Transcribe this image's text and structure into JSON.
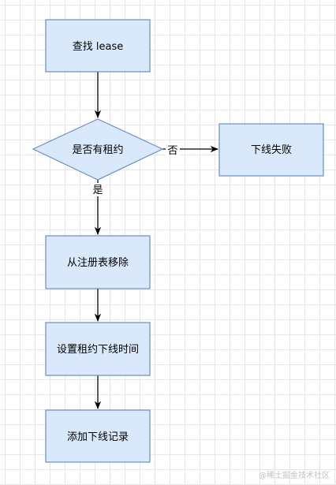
{
  "colors": {
    "node_fill": "#dae8fc",
    "node_stroke": "#6c8ebf",
    "edge": "#000000"
  },
  "nodes": {
    "find_lease": "查找 lease",
    "has_lease": "是否有租约",
    "offline_failed": "下线失败",
    "remove_from_registry": "从注册表移除",
    "set_lease_offline_time": "设置租约下线时间",
    "add_offline_record": "添加下线记录"
  },
  "edges": {
    "no_label": "否",
    "yes_label": "是"
  },
  "watermark": "@稀土掘金技术社区"
}
